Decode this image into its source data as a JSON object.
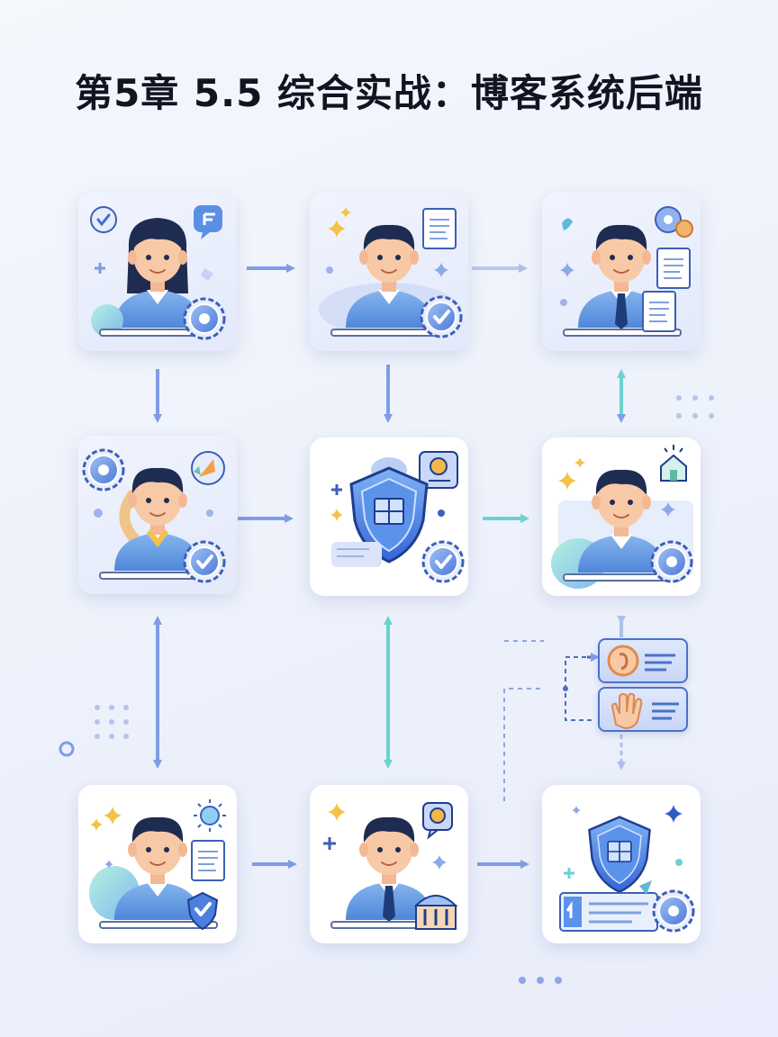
{
  "title": "第5章 5.5 综合实战：博客系统后端",
  "colors": {
    "background": "#eef2fb",
    "title": "#111522",
    "arrow_blue": "#7f9ce6",
    "arrow_teal": "#6cd1cf",
    "skin": "#f8c9a6",
    "hair": "#1f2c52",
    "shirt": "#6aa3e6",
    "shield": "#3f7fe6",
    "check": "#3d6fd6"
  },
  "cards": [
    {
      "id": "woman-gear",
      "icons": [
        "check-bubble-icon",
        "chat-bubble-icon",
        "gear-icon",
        "plus-icon"
      ]
    },
    {
      "id": "man-check",
      "icons": [
        "sparkle-icon",
        "document-icon",
        "check-gear-icon"
      ]
    },
    {
      "id": "man-tie-docs",
      "icons": [
        "gears-icon",
        "document-icon",
        "document-icon",
        "phone-icon"
      ]
    },
    {
      "id": "man-rocket",
      "icons": [
        "gear-icon",
        "rocket-icon",
        "check-gear-icon"
      ]
    },
    {
      "id": "shield-center",
      "icons": [
        "shield-icon",
        "chat-bubble-icon",
        "check-gear-icon",
        "plus-icon"
      ]
    },
    {
      "id": "man-house",
      "icons": [
        "sparkle-icon",
        "house-icon",
        "gear-icon"
      ]
    },
    {
      "id": "man-sun",
      "icons": [
        "sparkle-icon",
        "sun-icon",
        "document-icon",
        "shield-check-icon"
      ]
    },
    {
      "id": "man-tie-bank",
      "icons": [
        "sparkle-icon",
        "chat-bubble-icon",
        "bank-icon",
        "plus-icon"
      ]
    },
    {
      "id": "shield-laptop",
      "icons": [
        "shield-icon",
        "sparkle-icon",
        "gear-icon",
        "monitor-icon"
      ]
    }
  ],
  "minis": [
    {
      "id": "ear-card",
      "icon": "ear-icon"
    },
    {
      "id": "hand-card",
      "icon": "hand-icon"
    }
  ]
}
